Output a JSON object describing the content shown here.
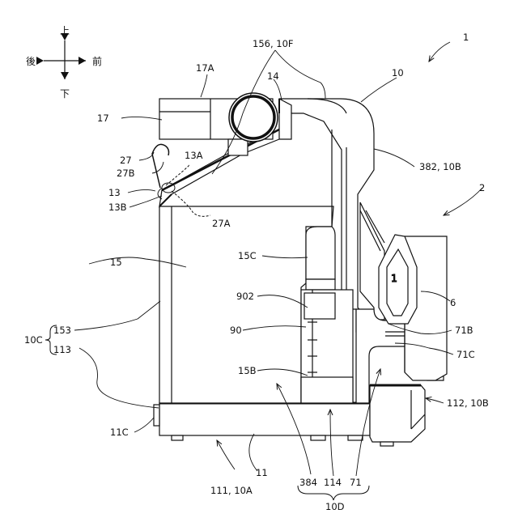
{
  "directions": {
    "up": "上",
    "down": "下",
    "back": "後",
    "front": "前"
  },
  "labels": {
    "n1": "1",
    "n10": "10",
    "n2": "2",
    "n6": "6",
    "n17": "17",
    "n17A": "17A",
    "n156_10F": "156, 10F",
    "n14": "14",
    "n27": "27",
    "n27B": "27B",
    "n13A": "13A",
    "n13": "13",
    "n13B": "13B",
    "n27A": "27A",
    "n382_10B": "382, 10B",
    "n15": "15",
    "n15C": "15C",
    "n902": "902",
    "n90": "90",
    "n15B": "15B",
    "n10C": "10C",
    "n153": "153",
    "n113": "113",
    "n71B": "71B",
    "n71C": "71C",
    "n11C": "11C",
    "n112_10B": "112, 10B",
    "n11": "11",
    "n111_10A": "111, 10A",
    "n384": "384",
    "n114": "114",
    "n71": "71",
    "n10D": "10D",
    "panel_digit": "1"
  }
}
